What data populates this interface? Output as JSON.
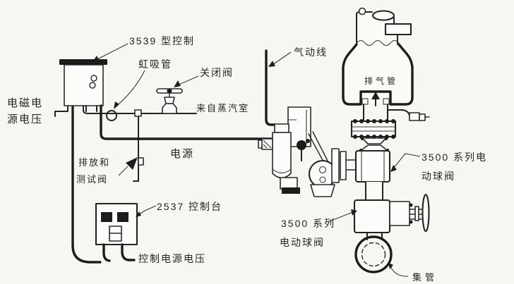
{
  "diagram": {
    "kind": "steam-valve-control-system-line-drawing",
    "language": "zh-CN",
    "colors": {
      "background": "#f7f6f3",
      "ink": "#242322",
      "component_fill": "#fdfcfa"
    }
  },
  "labels": {
    "electromagnetic_supply_line1": "电磁电",
    "electromagnetic_supply_line2": "源电压",
    "controller": "3539 型控制",
    "siphon": "虹吸管",
    "shutoff_valve": "关闭阀",
    "from_steam_chamber": "来自蒸汽室",
    "power": "电源",
    "drain_test_line1": "排放和",
    "drain_test_line2": "测试阀",
    "console": "2537 控制台",
    "control_supply": "控制电源电压",
    "pneumatic_line": "气动线",
    "exhaust_pipe": "排气管",
    "ball_valve_upper_line1": "3500 系列电",
    "ball_valve_upper_line2": "动球阀",
    "ball_valve_lower_line1": "3500 系列",
    "ball_valve_lower_line2": "电动球阀",
    "header_pipe": "集管"
  }
}
